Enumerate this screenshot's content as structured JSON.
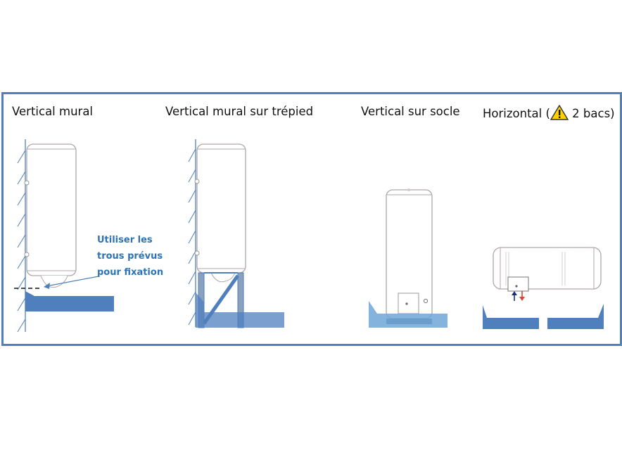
{
  "panels": [
    {
      "title": "Vertical mural"
    },
    {
      "title": "Vertical mural sur trépied"
    },
    {
      "title": "Vertical sur socle"
    },
    {
      "title_before": "Horizontal (",
      "title_after": " 2 bacs)"
    }
  ],
  "annotation": {
    "line1": "Utiliser les",
    "line2": "trous prévus",
    "line3": "pour fixation"
  },
  "colors": {
    "frame": "#4f7fbd",
    "slab": "#4f7fbd",
    "water": "#6ea7d8",
    "note": "#2e74b5",
    "warning": "#ffd200"
  },
  "icons": [
    "warning-icon",
    "arrow-up-icon",
    "arrow-down-icon"
  ]
}
